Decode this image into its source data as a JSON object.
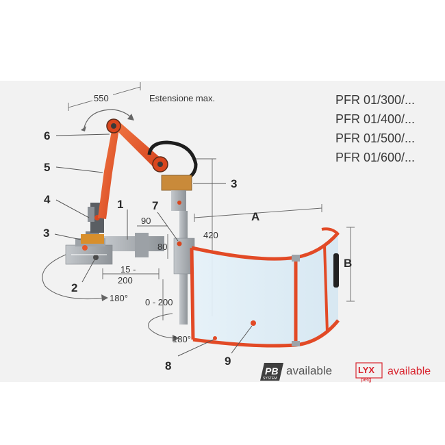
{
  "extension_label": "Estensione max.",
  "models": [
    "PFR 01/300/...",
    "PFR 01/400/...",
    "PFR 01/500/...",
    "PFR 01/600/..."
  ],
  "dimensions": {
    "arm_reach": "550",
    "height_420": "420",
    "dim_90": "90",
    "dim_80": "80",
    "range_15_200_a": "15 -",
    "range_15_200_b": "200",
    "range_0_200": "0 - 200",
    "rotation_base": "180°",
    "rotation_post": "180°",
    "width_A": "A",
    "height_B": "B"
  },
  "callouts": [
    "1",
    "2",
    "3",
    "3",
    "4",
    "5",
    "6",
    "7",
    "8",
    "9"
  ],
  "badges": {
    "pb_line1": "PB",
    "pb_line2": "SYSTEM",
    "pb_text": "available",
    "lyx_logo": "LYX",
    "lyx_sub": "petg",
    "lyx_text": "available"
  },
  "colors": {
    "arm_orange": "#e8572a",
    "frame_orange": "#e24a26",
    "metal": "#a9aeb4",
    "lyx_red": "#d8242e"
  }
}
